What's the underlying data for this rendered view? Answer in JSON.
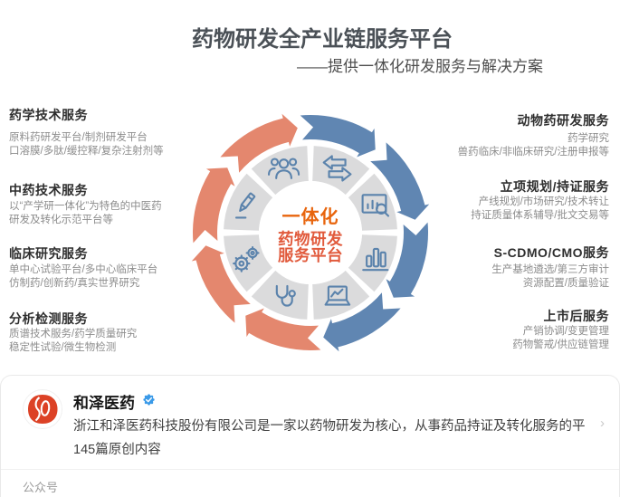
{
  "header": {
    "title": "药物研发全产业链服务平台",
    "subtitle": "——提供一体化研发服务与解决方案"
  },
  "wheel": {
    "center_title": "一体化",
    "center_line1": "药物研发",
    "center_line2": "服务平台",
    "colors": {
      "orange": "#E4876E",
      "blue": "#6086B2",
      "wedge_gray": "#DBDBDC",
      "icon_blue": "#5B83AC",
      "center_title_color": "#E8650D",
      "center_text_color": "#E15A3C"
    },
    "icons": [
      "transfer-arrows-icon",
      "presentation-chart-icon",
      "bar-chart-icon",
      "laptop-chart-icon",
      "stethoscope-icon",
      "gears-icon",
      "pencil-icon",
      "people-icon"
    ]
  },
  "left_services": [
    {
      "title": "药学技术服务",
      "lines": [
        "原料药研发平台/制剂研发平台",
        "口溶膜/多肽/缓控释/复杂注射剂等"
      ]
    },
    {
      "title": "中药技术服务",
      "lines": [
        "以“产学研一体化”为特色的中医药",
        "研发及转化示范平台等"
      ]
    },
    {
      "title": "临床研究服务",
      "lines": [
        "单中心试验平台/多中心临床平台",
        "仿制药/创新药/真实世界研究"
      ]
    },
    {
      "title": "分析检测服务",
      "lines": [
        "质谱技术服务/药学质量研究",
        "稳定性试验/微生物检测"
      ]
    }
  ],
  "right_services": [
    {
      "title": "动物药研发服务",
      "lines": [
        "药学研究",
        "兽药临床/非临床研究/注册申报等"
      ]
    },
    {
      "title": "立项规划/持证服务",
      "lines": [
        "产线规划/市场研究/技术转让",
        "持证质量体系辅导/批文交易等"
      ]
    },
    {
      "title": "S-CDMO/CMO服务",
      "lines": [
        "生产基地遴选/第三方审计",
        "资源配置/质量验证"
      ]
    },
    {
      "title": "上市后服务",
      "lines": [
        "产销协调/变更管理",
        "药物警戒/供应链管理"
      ]
    }
  ],
  "card": {
    "name": "和泽医药",
    "description": "浙江和泽医药科技股份有限公司是一家以药物研发为核心，从事药品持证及转化服务的平...",
    "meta": "145篇原创内容",
    "footer": "公众号",
    "chevron": "›"
  }
}
